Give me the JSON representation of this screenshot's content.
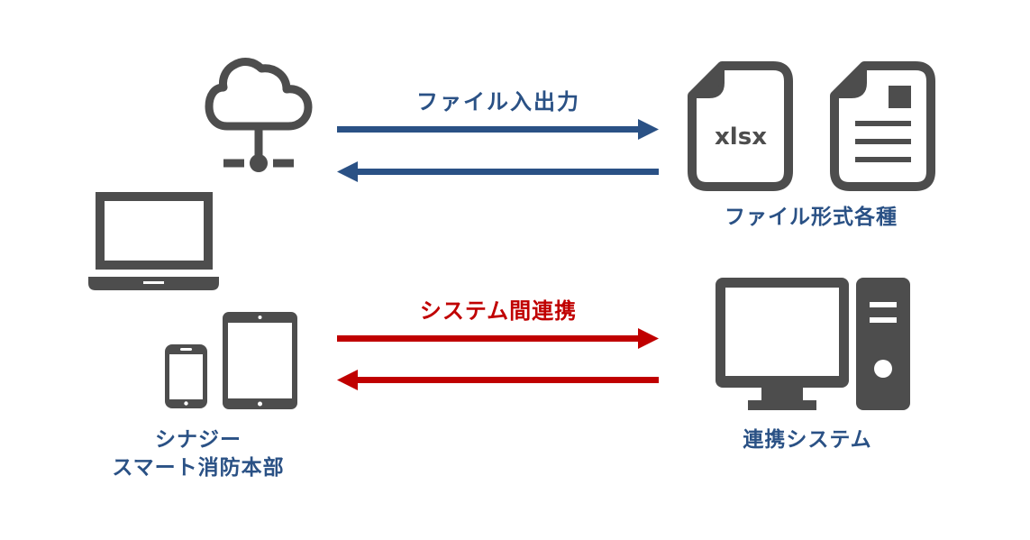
{
  "colors": {
    "icon": "#4d4d4d",
    "file_io": "#2a5185",
    "system_link": "#c00000",
    "label": "#2a5185"
  },
  "left": {
    "label_line1": "シナジー",
    "label_line2": "スマート消防本部",
    "icons": [
      "cloud-network-icon",
      "laptop-icon",
      "smartphone-icon",
      "tablet-icon"
    ]
  },
  "file_io": {
    "label": "ファイル入出力",
    "arrows": [
      "right",
      "left"
    ]
  },
  "system_link": {
    "label": "システム間連携",
    "arrows": [
      "right",
      "left"
    ]
  },
  "files": {
    "xlsx_text": "xlsx",
    "label": "ファイル形式各種",
    "icons": [
      "xlsx-file-icon",
      "document-icon"
    ]
  },
  "linked_system": {
    "label": "連携システム",
    "icons": [
      "desktop-monitor-icon",
      "pc-tower-icon"
    ]
  }
}
